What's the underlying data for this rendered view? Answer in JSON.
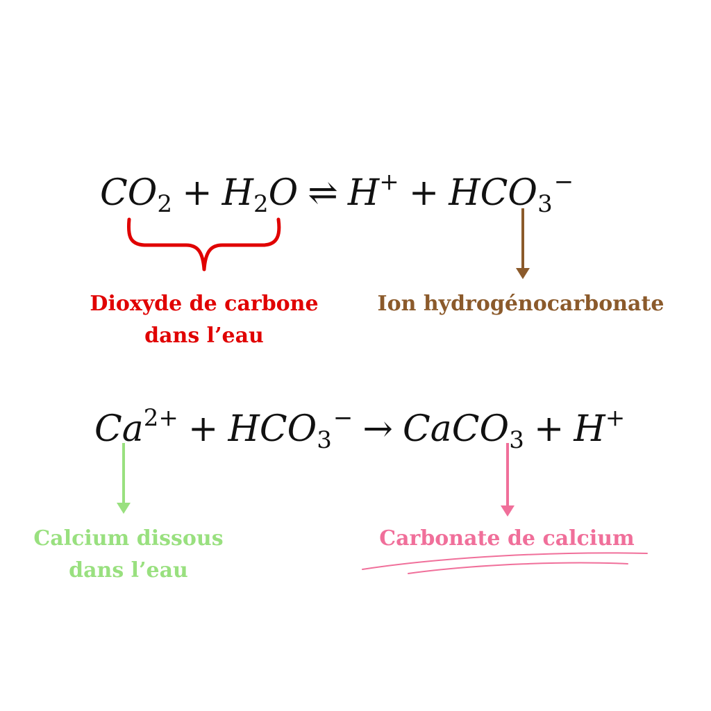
{
  "equation1": {
    "reactant1": "CO",
    "reactant1_sub": "2",
    "plus1": "+",
    "reactant2_a": "H",
    "reactant2_sub": "2",
    "reactant2_b": "O",
    "arrow": "⇌",
    "product1": "H",
    "product1_sup": "+",
    "plus2": "+",
    "product2": "HCO",
    "product2_sub": "3",
    "product2_sup": "−"
  },
  "equation2": {
    "reactant1": "Ca",
    "reactant1_sup": "2+",
    "plus1": "+",
    "reactant2": "HCO",
    "reactant2_sub": "3",
    "reactant2_sup": "−",
    "arrow": "→",
    "product1": "CaCO",
    "product1_sub": "3",
    "plus2": "+",
    "product2": "H",
    "product2_sup": "+"
  },
  "labels": {
    "co2_line1": "Dioxyde de carbone",
    "co2_line2": "dans l’eau",
    "hco3": "Ion hydrogénocarbonate",
    "ca_line1": "Calcium dissous",
    "ca_line2": "dans l’eau",
    "caco3": "Carbonate de calcium"
  },
  "colors": {
    "co2": "#e00000",
    "hco3": "#8b5a2b",
    "ca": "#99e07f",
    "caco3": "#f06f9a"
  }
}
